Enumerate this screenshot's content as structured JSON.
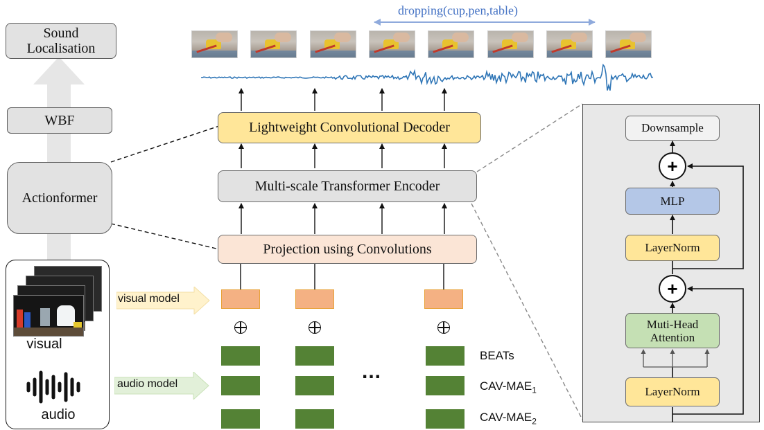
{
  "pipeline": {
    "sound_localisation": "Sound Localisation",
    "sound_localisation_line1": "Sound",
    "sound_localisation_line2": "Localisation",
    "wbf": "WBF",
    "actionformer": "Actionformer"
  },
  "inputs": {
    "visual_label": "visual",
    "audio_label": "audio",
    "visual_model": "visual model",
    "audio_model": "audio model"
  },
  "center": {
    "decoder": "Lightweight Convolutional Decoder",
    "encoder": "Multi-scale Transformer Encoder",
    "projection": "Projection using Convolutions",
    "ellipsis": "..."
  },
  "audio_models": {
    "beats": "BEATs",
    "cavmae1_base": "CAV-MAE",
    "cavmae1_sub": "1",
    "cavmae2_base": "CAV-MAE",
    "cavmae2_sub": "2"
  },
  "timeline": {
    "action_label": "dropping(cup,pen,table)",
    "frame_count": 8
  },
  "encoder_block": {
    "downsample": "Downsample",
    "mlp": "MLP",
    "layernorm_top": "LayerNorm",
    "attention_line1": "Muti-Head",
    "attention_line2": "Attention",
    "layernorm_bottom": "LayerNorm",
    "plus_top": "+",
    "plus_bottom": "+"
  },
  "colors": {
    "decoder_fill": "#ffe699",
    "projection_fill": "#fbe5d6",
    "mlp_fill": "#b4c7e7",
    "attention_fill": "#c5e0b4",
    "layernorm_fill": "#ffe699",
    "audio_feature": "#548235",
    "visual_feature": "#f4b183",
    "waveform": "#2e75b6",
    "action_arrow": "#8faadc"
  }
}
